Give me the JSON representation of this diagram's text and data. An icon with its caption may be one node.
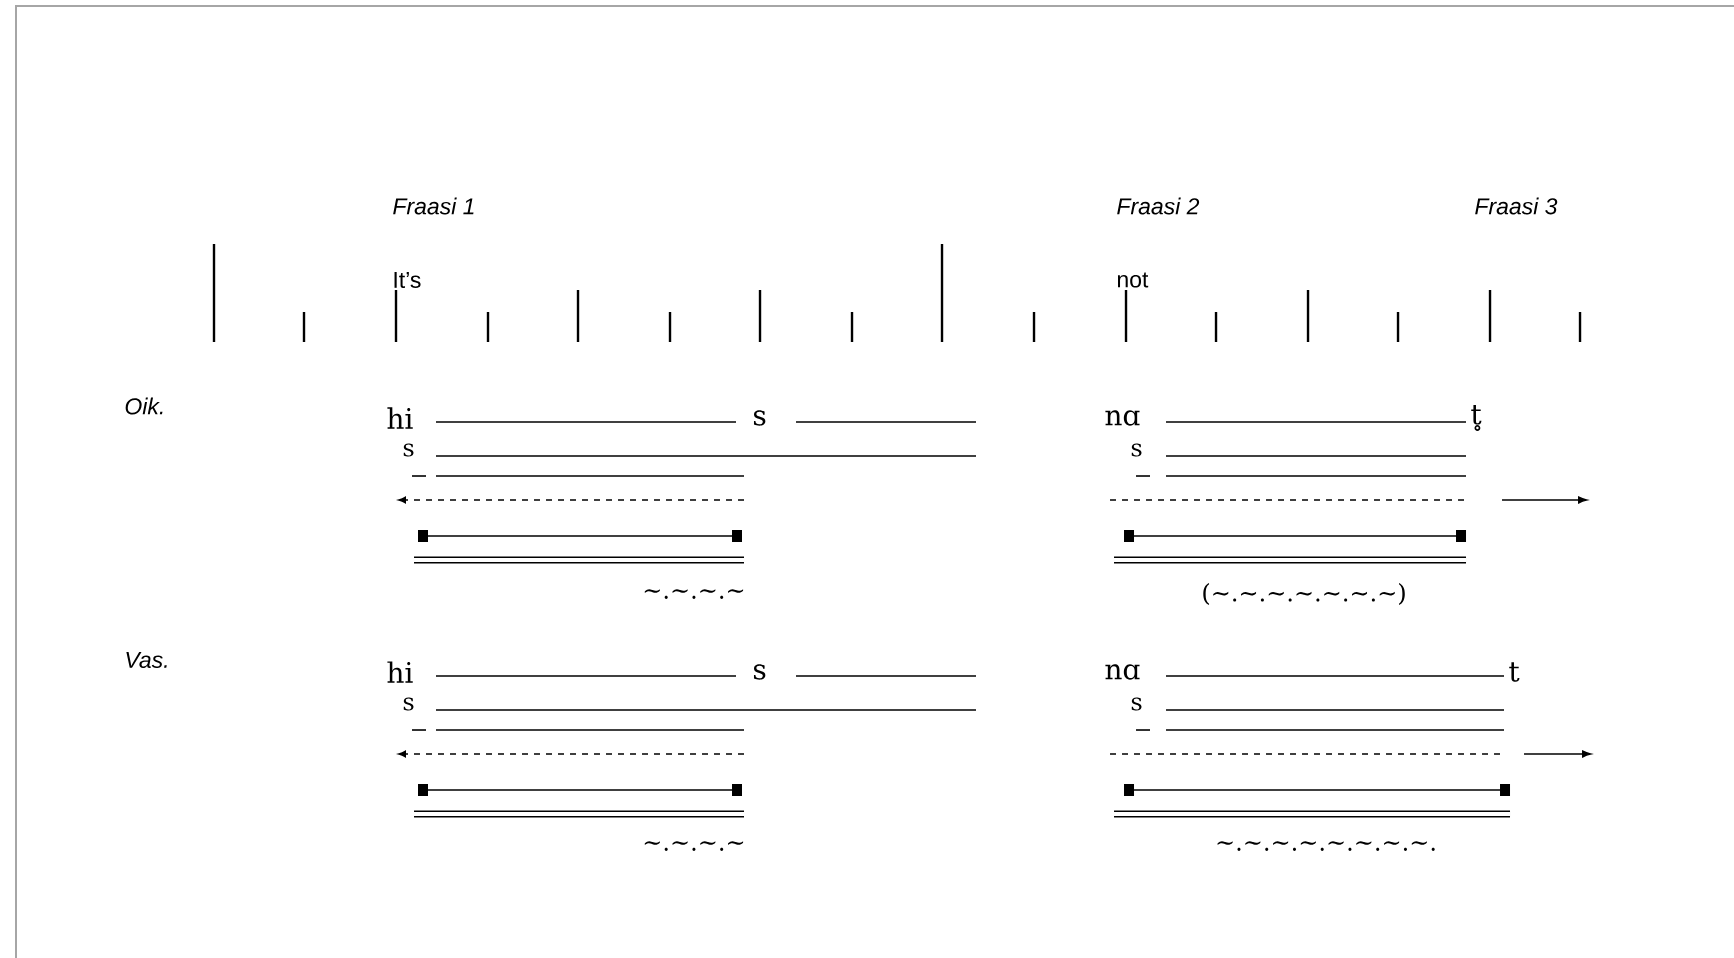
{
  "diagram": {
    "labels": [
      "Fraasi 1",
      "Fraasi 2",
      "Fraasi 3",
      "It’s",
      "not",
      "Oik.",
      "hi",
      "s",
      "nɑ",
      "t̥",
      "s",
      "s",
      "∼.∼.∼.∼",
      "(∼.∼.∼.∼.∼.∼.∼)",
      "Vas.",
      "hi",
      "s",
      "nɑ",
      "t",
      "s",
      "s",
      "∼.∼.∼.∼",
      "∼.∼.∼.∼.∼.∼.∼.∼."
    ]
  }
}
